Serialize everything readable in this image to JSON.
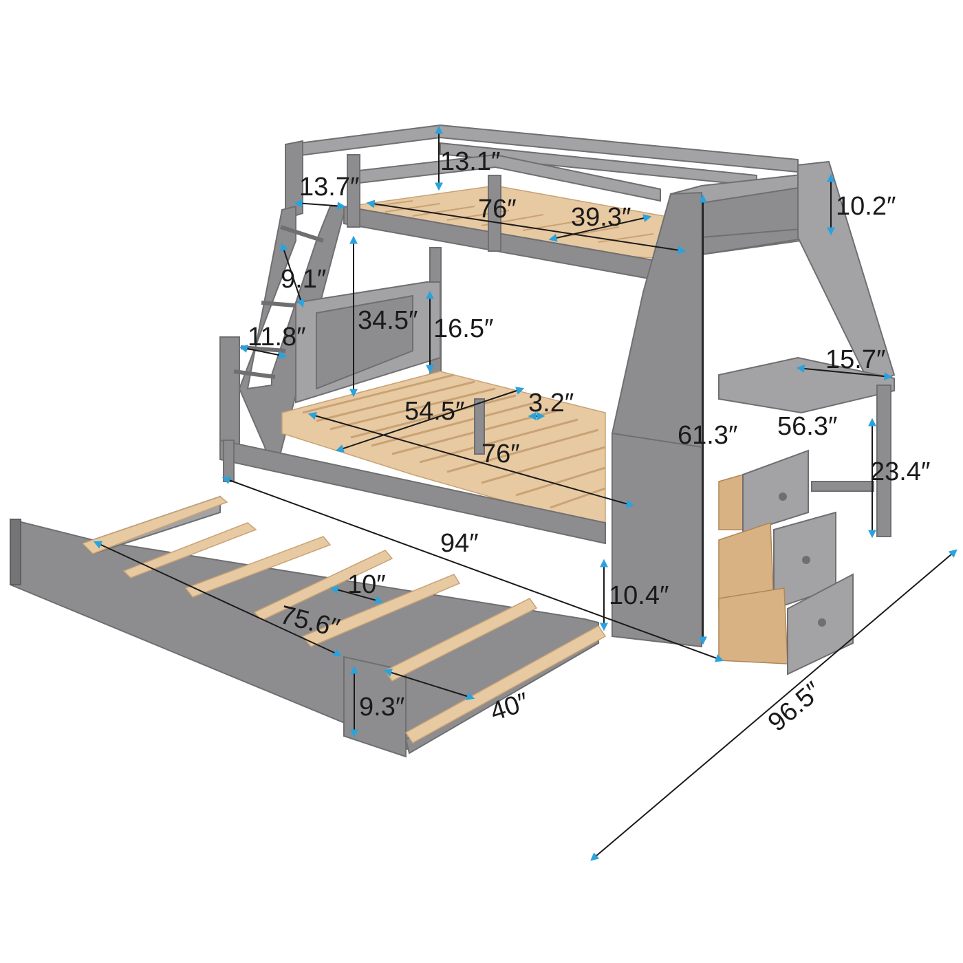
{
  "colors": {
    "frame": "#8d8d8f",
    "slat_wood": "#e7c9a2",
    "arrow": "#2aa3dc",
    "text": "#1a1a1a"
  },
  "dimensions": {
    "top_guard_height": "13.1″",
    "top_end_rail": "13.7″",
    "top_length": "76″",
    "top_width": "39.3″",
    "shelf_height": "10.2″",
    "ladder_step_spacing": "9.1″",
    "between_bunks": "34.5″",
    "headboard_height": "16.5″",
    "ladder_width": "11.8″",
    "desk_depth": "15.7″",
    "bottom_width": "54.5″",
    "slat_gap": "3.2″",
    "overall_height": "61.3″",
    "desk_length": "56.3″",
    "bottom_length": "76″",
    "desk_height": "23.4″",
    "overall_length": "94″",
    "trundle_slat_gap": "10″",
    "under_clearance": "10.4″",
    "trundle_length": "75.6″",
    "trundle_height": "9.3″",
    "trundle_width": "40″",
    "overall_depth": "96.5″"
  }
}
